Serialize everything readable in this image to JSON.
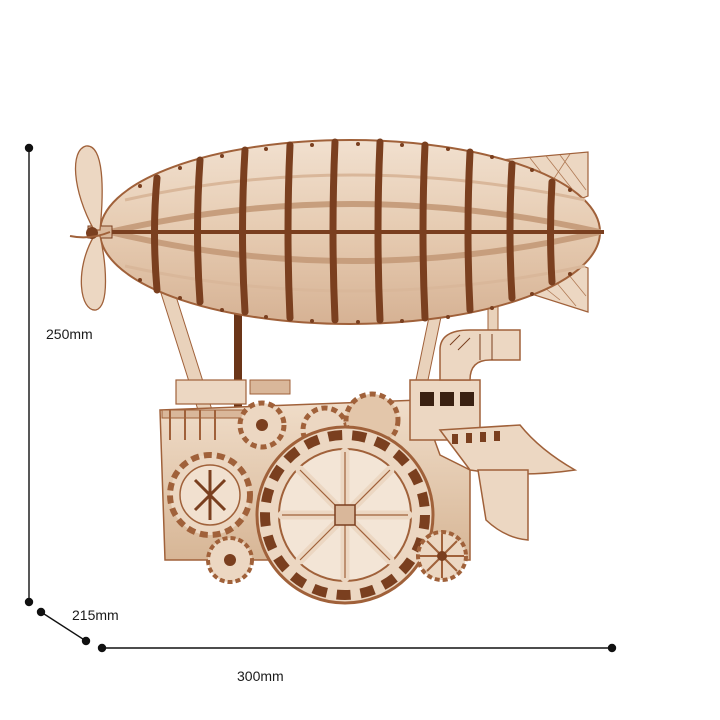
{
  "product": {
    "name": "wooden airship model",
    "colors": {
      "wood_light": "#ecd6c0",
      "wood_mid": "#d9b79a",
      "wood_dark": "#7a3f1f",
      "wood_edge": "#a0613a",
      "line": "#111111"
    }
  },
  "dimensions": {
    "height_label": "250mm",
    "depth_label": "215mm",
    "width_label": "300mm"
  }
}
